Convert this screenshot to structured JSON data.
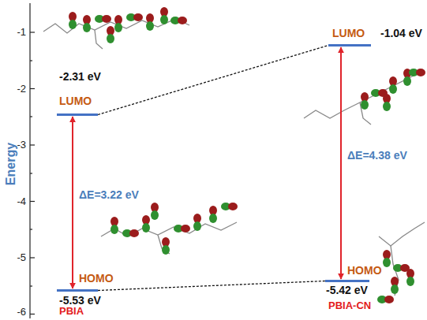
{
  "diagram": {
    "nodes": [
      {
        "text": [
          "LUMO",
          "-2.31 eV"
        ]
      },
      {
        "text": [
          "HOMO",
          "-5.53 eV"
        ]
      },
      {
        "text": [
          "LUMO",
          "-1.04 eV"
        ]
      },
      {
        "text": [
          "HOMO",
          "-5.42 eV"
        ]
      }
    ],
    "edges": [
      {
        "from": 0,
        "to": 1,
        "arrow": "both",
        "label": "ΔE=3.22 eV"
      },
      {
        "from": 2,
        "to": 3,
        "arrow": "both",
        "label": "ΔE=4.38 eV"
      },
      {
        "from": 0,
        "to": 2,
        "arrow": "none"
      },
      {
        "from": 1,
        "to": 3,
        "arrow": "none"
      }
    ],
    "labels": [
      "Energy",
      "-1",
      "-2",
      "-3",
      "-4",
      "-5",
      "-6",
      "PBIA",
      "PBIA-CN"
    ]
  }
}
